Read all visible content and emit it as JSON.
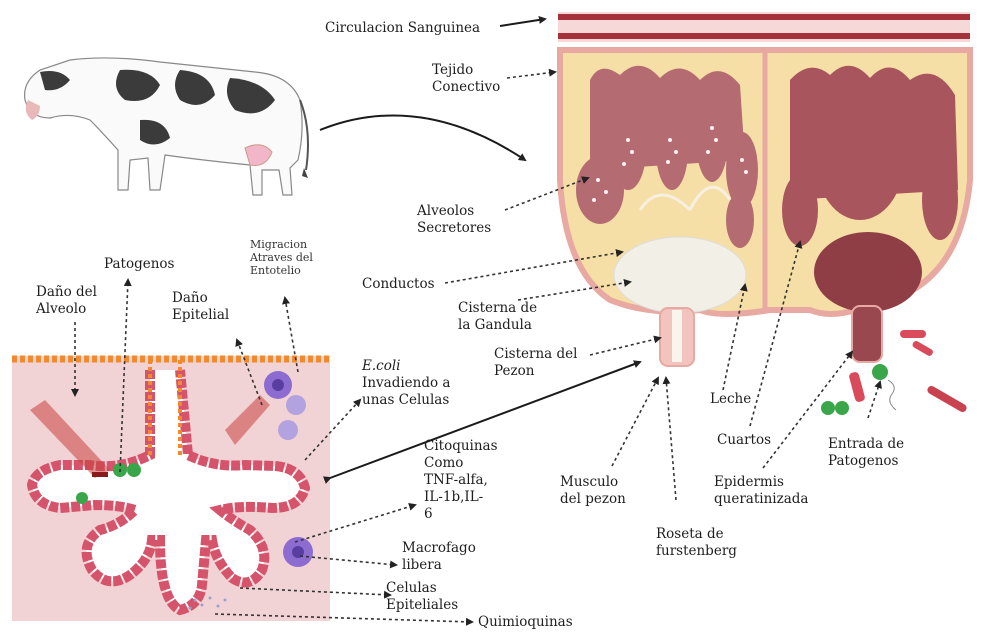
{
  "labels": {
    "circulacion": "Circulacion Sanguinea",
    "tejido": [
      "Tejido",
      "Conectivo"
    ],
    "alveolos": [
      "Alveolos",
      "Secretores"
    ],
    "conductos": "Conductos",
    "cisterna_glandula": [
      "Cisterna de",
      "la Gandula"
    ],
    "cisterna_pezon": [
      "Cisterna del",
      "Pezon"
    ],
    "leche": "Leche",
    "cuartos": "Cuartos",
    "entrada": [
      "Entrada de",
      "Patogenos"
    ],
    "epidermis": [
      "Epidermis",
      "queratinizada"
    ],
    "musculo": [
      "Musculo",
      "del pezon"
    ],
    "roseta": [
      "Roseta de",
      "furstenberg"
    ],
    "dano_alveolo": [
      "Daño del",
      "Alveolo"
    ],
    "patogenos": "Patogenos",
    "dano_epitelial": [
      "Daño",
      "Epitelial"
    ],
    "migracion": [
      "Migracion",
      "Atraves del",
      "Entotelio"
    ],
    "ecoli_species": "E.coli",
    "ecoli_rest": [
      "Invadiendo a",
      "unas Celulas"
    ],
    "citoquinas": [
      "Citoquinas",
      "Como",
      "TNF-alfa,",
      "IL-1b,IL-",
      "6"
    ],
    "macrofago": [
      "Macrofago",
      "libera"
    ],
    "celulas": [
      "Celulas",
      "Epiteliales"
    ],
    "quimioquinas": "Quimioquinas"
  },
  "colors": {
    "vessel": "#a5323a",
    "udder_fat": "#f6dfa6",
    "udder_skin": "#e7a9a2",
    "gland_tissue": "#b46b72",
    "tissue_bg": "#f2d3d5",
    "epithelium": "#d5546c",
    "membrane_dots": "#f08a2c",
    "pathogen_green": "#3aa64a",
    "macrophage": "#8c6cd0"
  }
}
